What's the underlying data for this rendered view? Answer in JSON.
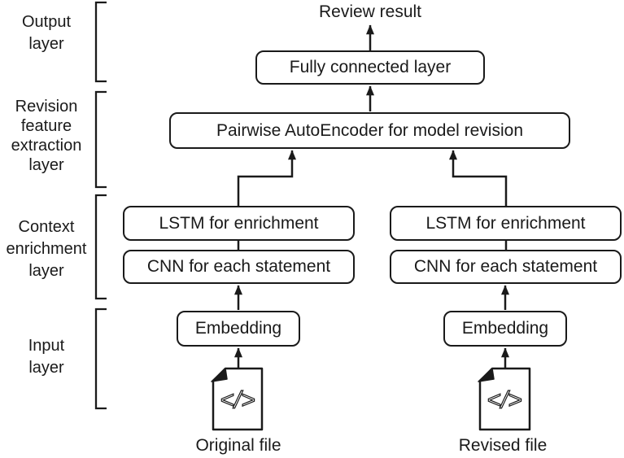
{
  "diagram": {
    "review_result": "Review result",
    "side_labels": [
      {
        "id": "output-layer",
        "text": "Output\nlayer"
      },
      {
        "id": "revision-feature-extraction-layer",
        "text": "Revision\nfeature\nextraction\nlayer"
      },
      {
        "id": "context-enrichment-layer",
        "text": "Context\nenrichment\nlayer"
      },
      {
        "id": "input-layer",
        "text": "Input\nlayer"
      }
    ],
    "boxes": {
      "fully_connected": "Fully connected layer",
      "pairwise": "Pairwise AutoEncoder for model revision",
      "lstm_left": "LSTM for enrichment",
      "lstm_right": "LSTM for enrichment",
      "cnn_left": "CNN for each statement",
      "cnn_right": "CNN for each statement",
      "embedding_left": "Embedding",
      "embedding_right": "Embedding"
    },
    "file_labels": {
      "left": "Original file",
      "right": "Revised file"
    },
    "file_icon_glyph": "</>",
    "colors": {
      "ink": "#1a1a1a",
      "background": "#ffffff"
    }
  }
}
